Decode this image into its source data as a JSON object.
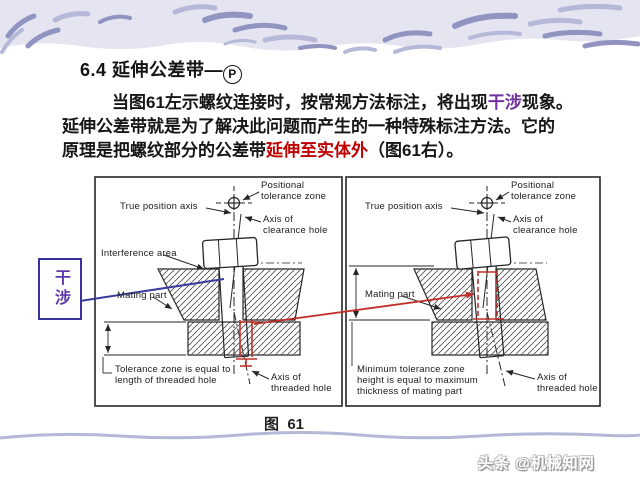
{
  "title": {
    "prefix": "6.4 延伸公差带—",
    "symbol": "P"
  },
  "paragraph": {
    "l1a": "当图61左示螺纹连接时，按常规方法标注，将出现",
    "l1b": "干涉",
    "l1c": "现象。",
    "l2": "延伸公差带就是为了解决此问题而产生的一种特殊标注方法。它的",
    "l3a": "原理是把螺纹部分的公差带",
    "l3b": "延伸至实体外",
    "l3c": "（图61右）。"
  },
  "figure": {
    "caption": "图  61",
    "interference_box_label": "干涉",
    "left_panel": {
      "labels": {
        "positional": "Positional\ntolerance zone",
        "true_axis": "True position axis",
        "clearance": "Axis of\nclearance hole",
        "interference": "Interference area",
        "mating": "Mating part",
        "tolerance_note": "Tolerance zone is equal to\nlength of threaded hole",
        "threaded_axis": "Axis of\nthreaded hole"
      }
    },
    "right_panel": {
      "labels": {
        "positional": "Positional\ntolerance zone",
        "true_axis": "True position axis",
        "clearance": "Axis of\nclearance hole",
        "mating": "Mating part",
        "min_note": "Minimum tolerance zone\nheight is equal to maximum\nthickness of mating part",
        "threaded_axis": "Axis of\nthreaded hole"
      }
    }
  },
  "watermark": "头条 @机械知网",
  "colors": {
    "band": "#e4e5f1",
    "band_stroke_dark": "#9193c1",
    "band_stroke_light": "#b6b8d8",
    "highlight_purple": "#7030a0",
    "highlight_red": "#c00000",
    "interference_blue": "#3c3c9e",
    "annotation_red": "#c03028",
    "line": "#262626"
  }
}
